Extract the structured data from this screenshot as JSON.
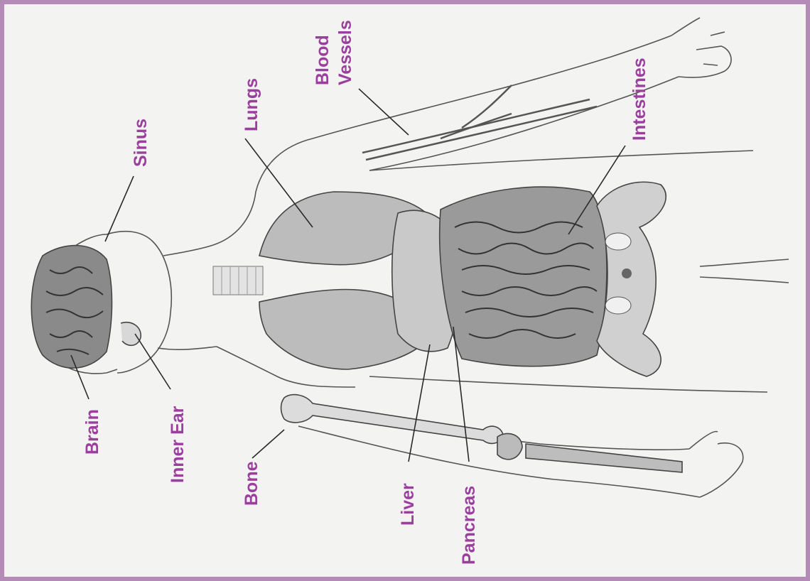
{
  "colors": {
    "label": "#9b3f9e",
    "frame": "#b48ab6",
    "paper": "#f3f3f1",
    "ink": "#555555"
  },
  "labels": {
    "brain": "Brain",
    "inner_ear": "Inner Ear",
    "sinus": "Sinus",
    "lungs": "Lungs",
    "blood_vessels_1": "Blood",
    "blood_vessels_2": "Vessels",
    "intestines": "Intestines",
    "bone": "Bone",
    "liver": "Liver",
    "pancreas": "Pancreas"
  }
}
